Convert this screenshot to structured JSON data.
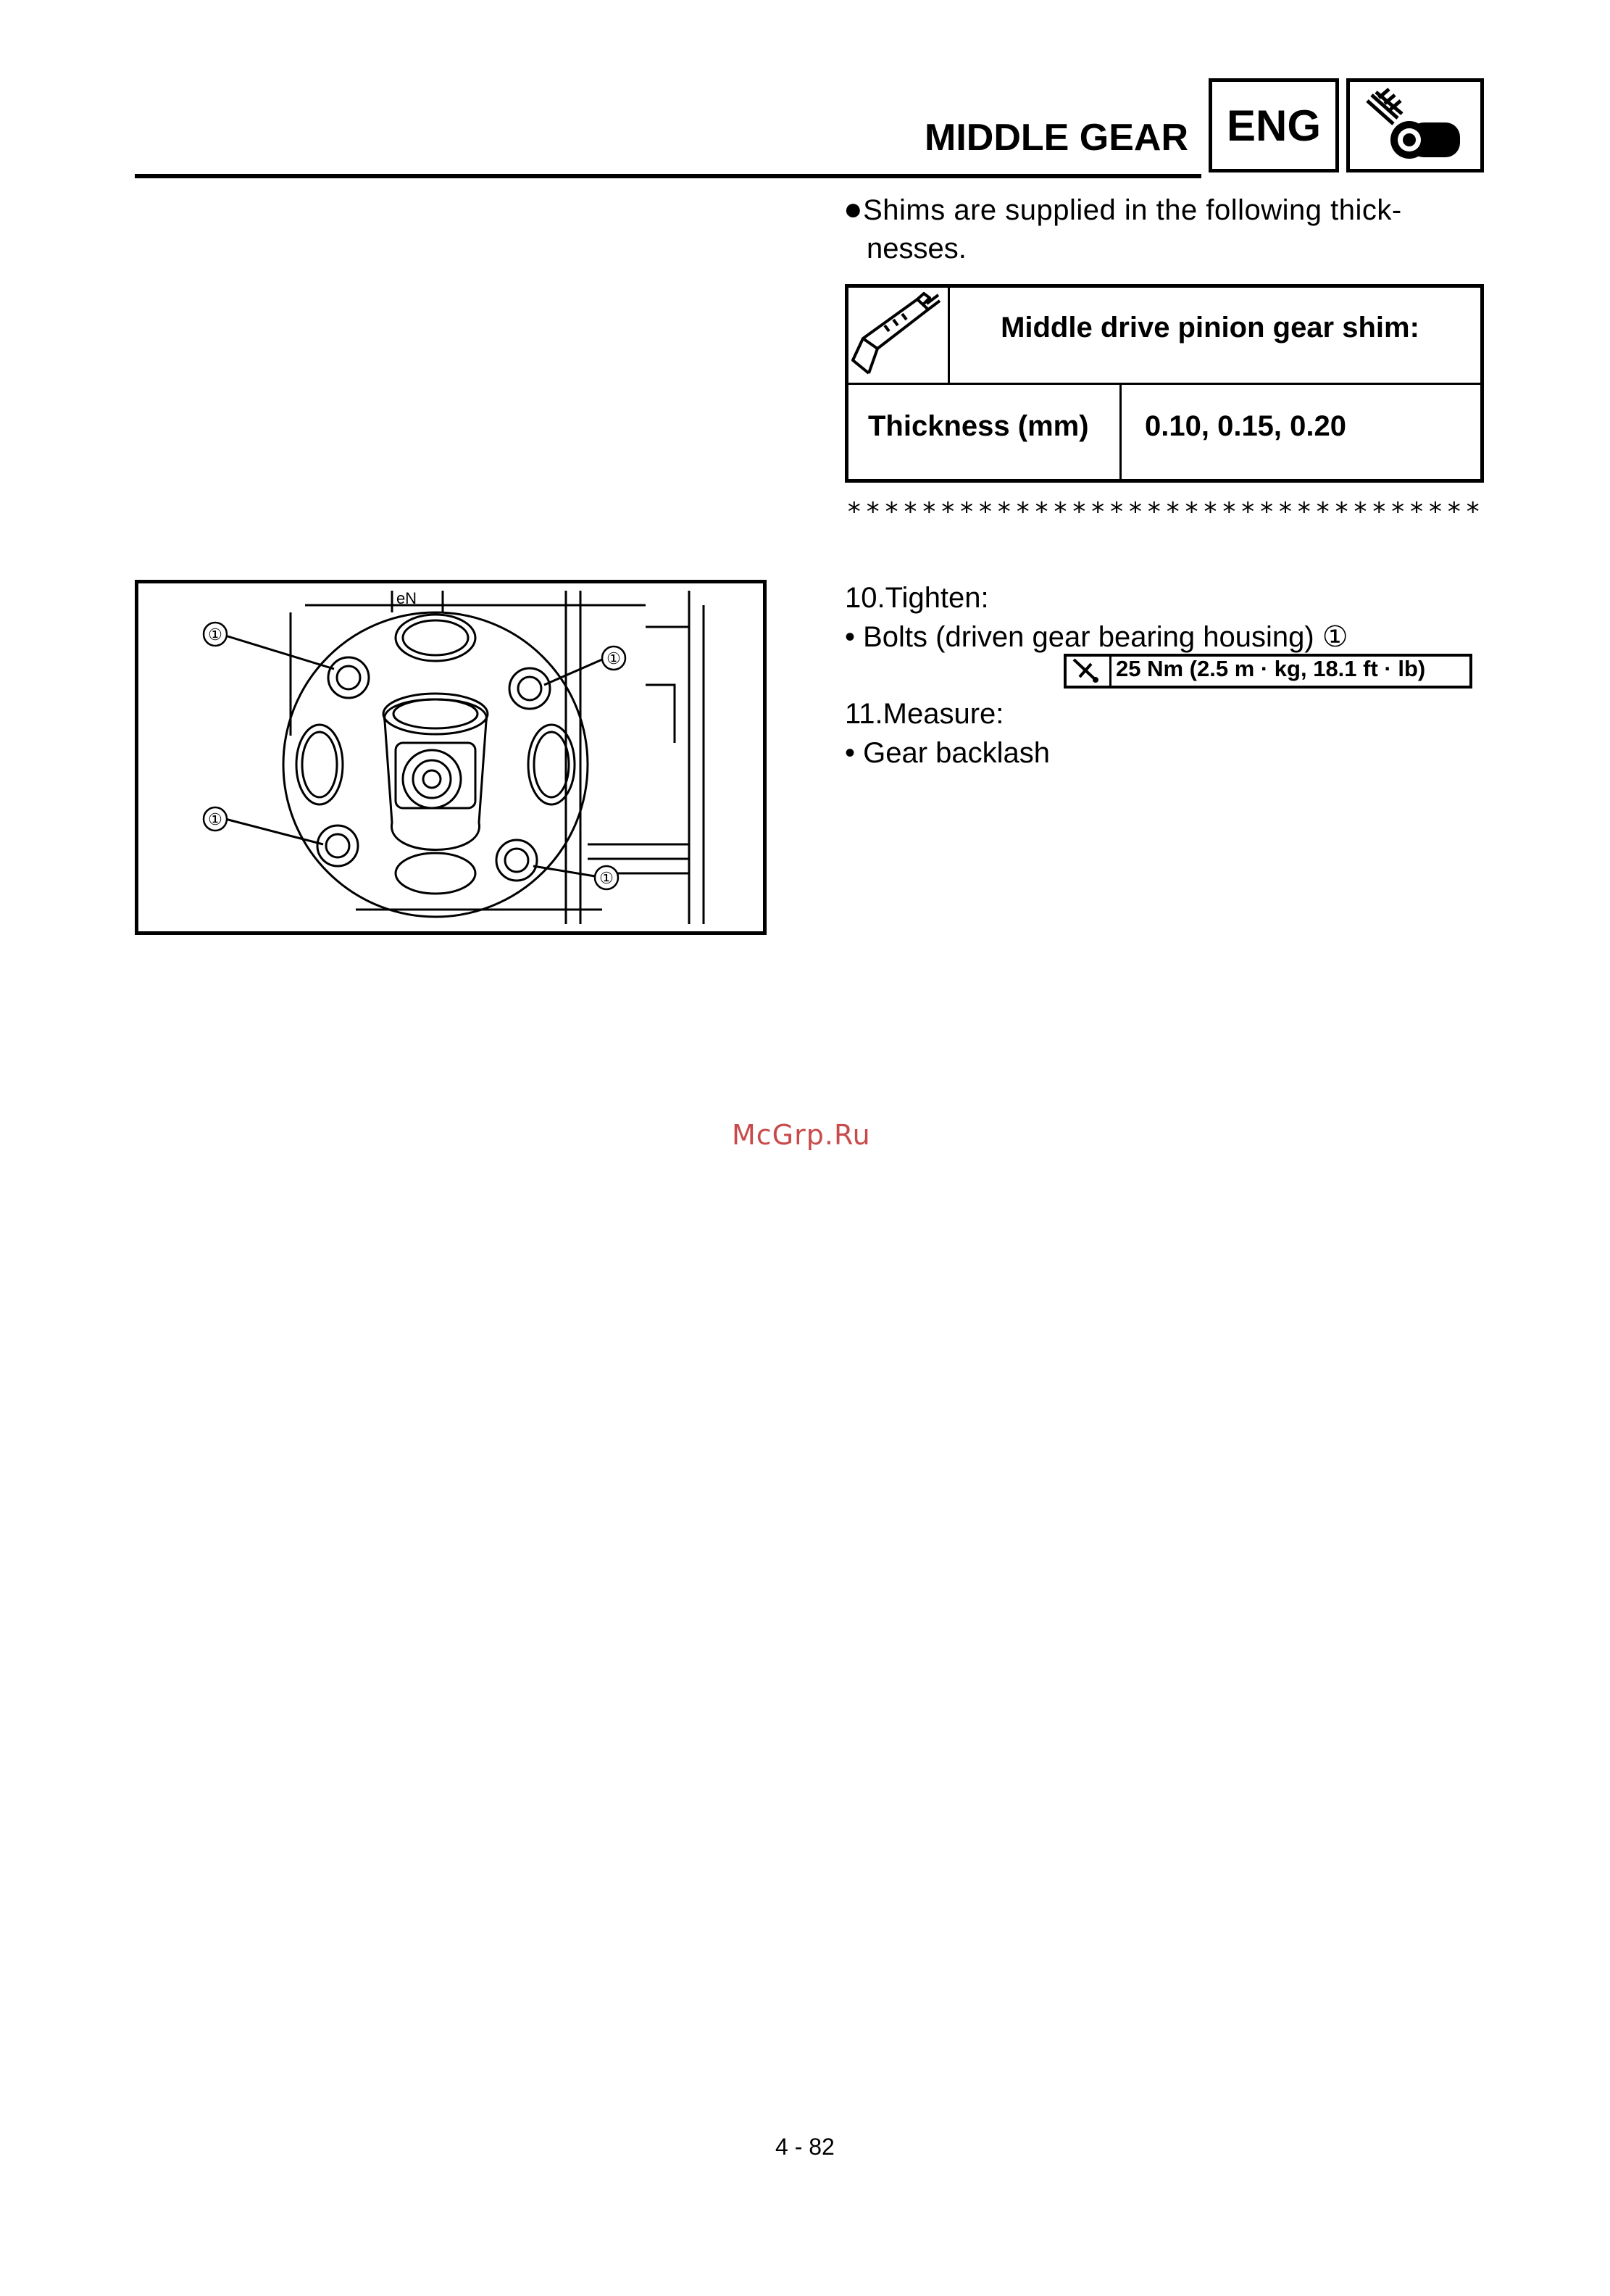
{
  "header": {
    "section_title": "MIDDLE GEAR",
    "chapter_tab": "ENG",
    "chapter_icon": "engine-icon"
  },
  "note": {
    "bullet": "●",
    "line1": "Shims are supplied in the following thick-",
    "line2": "nesses."
  },
  "spec_table": {
    "icon": "caliper-icon",
    "title": "Middle drive pinion gear shim:",
    "label": "Thickness (mm)",
    "value": "0.10, 0.15, 0.20"
  },
  "separator": "**********************************",
  "steps": [
    {
      "text": "10.Tighten:",
      "item": "• Bolts (driven gear bearing housing) ①"
    },
    {
      "text": "11.Measure:",
      "item": "• Gear backlash"
    }
  ],
  "torque": {
    "icon": "torque-wrench-icon",
    "text": "25 Nm (2.5 m · kg, 18.1 ft · lb)"
  },
  "figure": {
    "callout": "①",
    "stamp": "eN"
  },
  "watermark": "McGrp.Ru",
  "page_number": "4 - 82"
}
